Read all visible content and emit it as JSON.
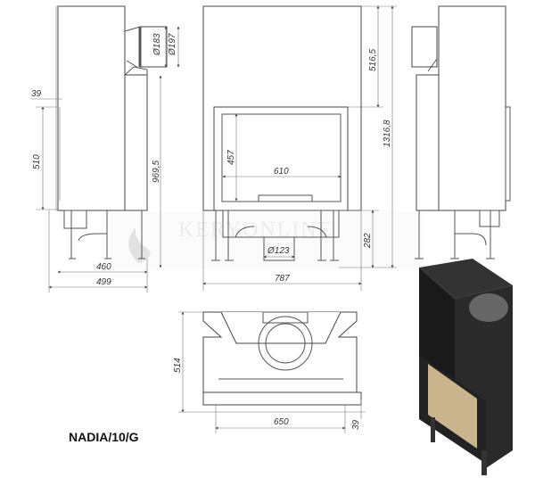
{
  "model_name": "NADIA/10/G",
  "watermark": "KERYONLINE",
  "side_view": {
    "d_39": "39",
    "d_510": "510",
    "d_969": "969,5",
    "d_460": "460",
    "d_499": "499",
    "flue_inner": "Ø183",
    "flue_outer": "Ø197"
  },
  "front_view": {
    "d_516": "516,5",
    "d_1316": "1316,8",
    "d_457": "457",
    "d_610": "610",
    "d_123": "Ø123",
    "d_282": "282",
    "d_787": "787"
  },
  "top_view": {
    "d_514": "514",
    "d_650": "650",
    "d_39": "39"
  }
}
